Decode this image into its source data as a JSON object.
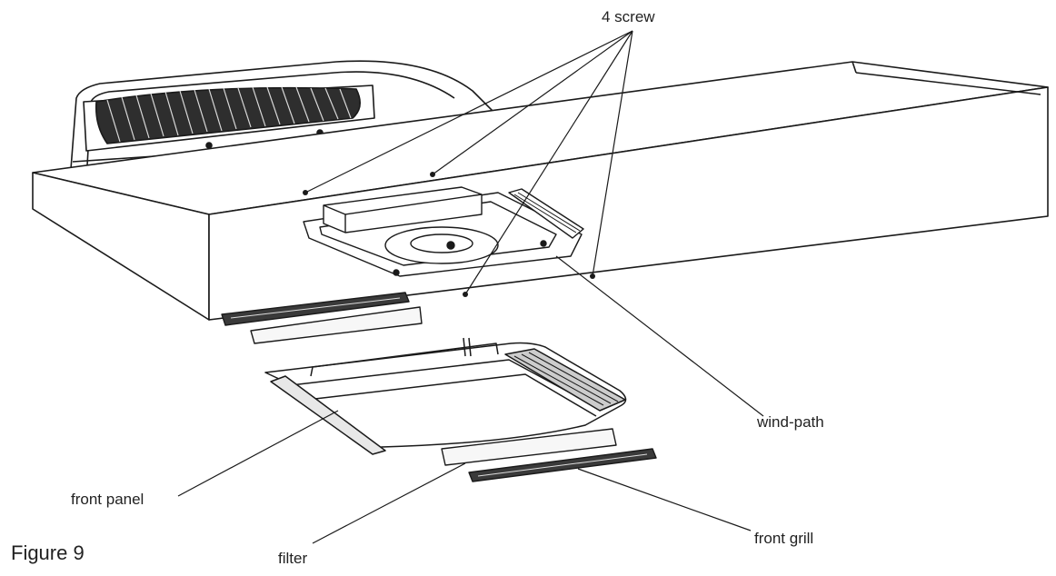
{
  "labels": {
    "screws": "4 screw",
    "wind_path": "wind-path",
    "front_panel": "front panel",
    "filter": "filter",
    "front_grill": "front grill"
  },
  "caption": "Figure 9",
  "colors": {
    "line": "#1a1a1a",
    "grille": "#333333",
    "filter_fill": "#f7f7f7",
    "background": "#ffffff"
  }
}
